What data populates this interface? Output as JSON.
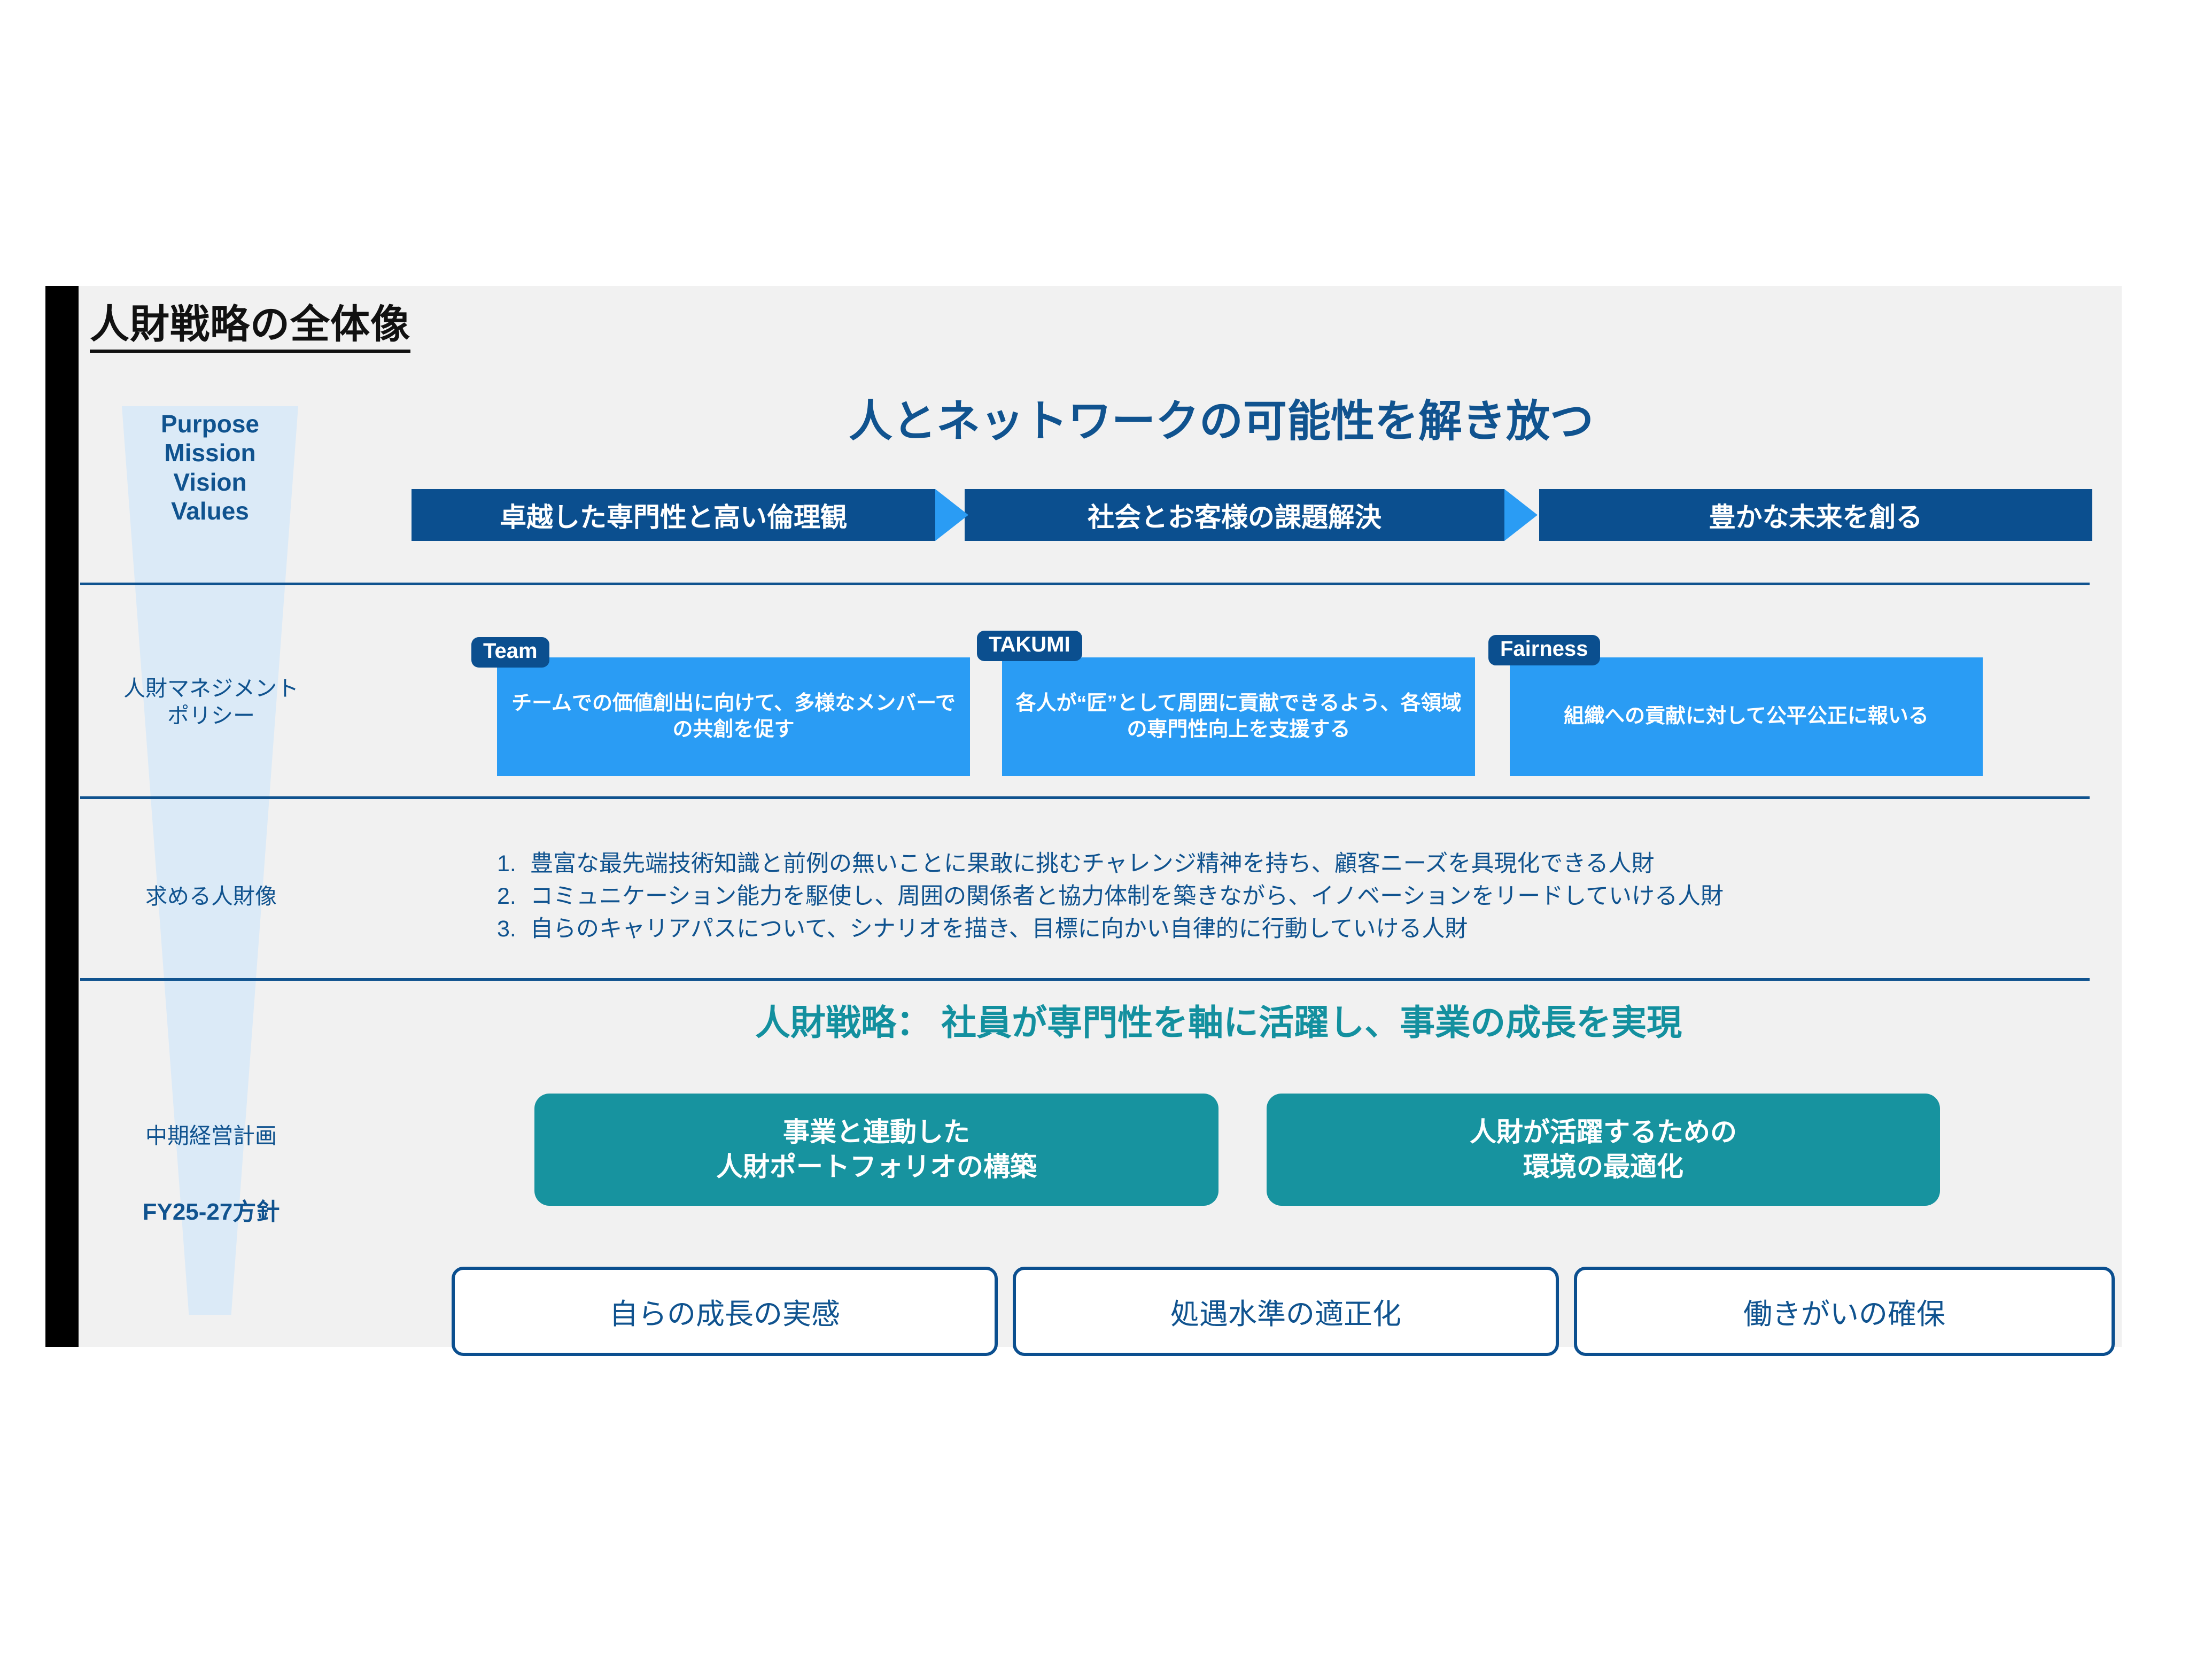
{
  "page": {
    "title": "人財戦略の全体像",
    "colors": {
      "dark_blue": "#0b4f8f",
      "text_blue": "#10538f",
      "light_blue": "#2a9cf4",
      "pale_blue": "#dbeaf7",
      "teal": "#17939f",
      "teal_text": "#13909f",
      "background": "#f1f1f1",
      "rail": "#000000"
    }
  },
  "pmvv": {
    "label_lines": [
      "Purpose",
      "Mission",
      "Vision",
      "Values"
    ],
    "headline": "人とネットワークの可能性を解き放つ",
    "banners": [
      {
        "label": "卓越した専門性と高い倫理観"
      },
      {
        "label": "社会とお客様の課題解決"
      },
      {
        "label": "豊かな未来を創る"
      }
    ]
  },
  "policy": {
    "row_label_lines": [
      "人財マネジメント",
      "ポリシー"
    ],
    "cards": [
      {
        "tab": "Team",
        "text": "チームでの価値創出に向けて、多様なメンバーでの共創を促す"
      },
      {
        "tab": "TAKUMI",
        "text": "各人が“匠”として周囲に貢献できるよう、各領域の専門性向上を支援する"
      },
      {
        "tab": "Fairness",
        "text": "組織への貢献に対して公平公正に報いる"
      }
    ]
  },
  "desired_talent": {
    "row_label": "求める人財像",
    "items": [
      {
        "num": "1.",
        "text": "豊富な最先端技術知識と前例の無いことに果敢に挑むチャレンジ精神を持ち、顧客ニーズを具現化できる人財"
      },
      {
        "num": "2.",
        "text": "コミュニケーション能力を駆使し、周囲の関係者と協力体制を築きながら、イノベーションをリードしていける人財"
      },
      {
        "num": "3.",
        "text": "自らのキャリアパスについて、シナリオを描き、目標に向かい自律的に行動していける人財"
      }
    ]
  },
  "midterm": {
    "row_label": "中期経営計画",
    "row_label_2": "FY25-27方針",
    "headline": "人財戦略： 社員が専門性を軸に活躍し、事業の成長を実現",
    "pillars": [
      {
        "line1": "事業と連動した",
        "line2": "人財ポートフォリオの構築"
      },
      {
        "line1": "人財が活躍するための",
        "line2": "環境の最適化"
      }
    ],
    "outcomes": [
      {
        "label": "自らの成長の実感"
      },
      {
        "label": "処遇水準の適正化"
      },
      {
        "label": "働きがいの確保"
      }
    ]
  }
}
